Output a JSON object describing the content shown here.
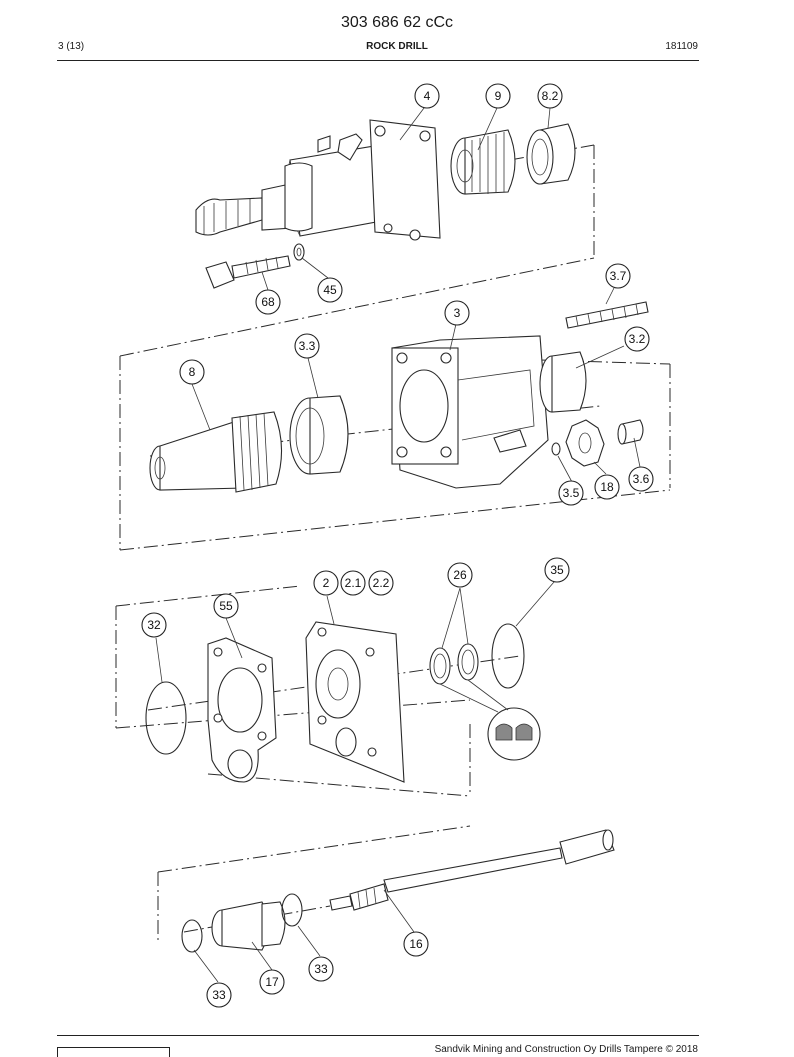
{
  "header": {
    "doc_number": "303 686 62 cCc",
    "page": "3 (13)",
    "section": "ROCK DRILL",
    "date_code": "181109"
  },
  "callouts": [
    {
      "id": "c4",
      "label": "4"
    },
    {
      "id": "c9",
      "label": "9"
    },
    {
      "id": "c82",
      "label": "8.2"
    },
    {
      "id": "c37",
      "label": "3.7"
    },
    {
      "id": "c68",
      "label": "68"
    },
    {
      "id": "c45",
      "label": "45"
    },
    {
      "id": "c3",
      "label": "3"
    },
    {
      "id": "c32",
      "label": "3.2"
    },
    {
      "id": "c33a",
      "label": "3.3"
    },
    {
      "id": "c8",
      "label": "8"
    },
    {
      "id": "c35",
      "label": "3.5"
    },
    {
      "id": "c18",
      "label": "18"
    },
    {
      "id": "c36",
      "label": "3.6"
    },
    {
      "id": "c2",
      "label": "2"
    },
    {
      "id": "c21",
      "label": "2.1"
    },
    {
      "id": "c22",
      "label": "2.2"
    },
    {
      "id": "c26",
      "label": "26"
    },
    {
      "id": "c35b",
      "label": "35"
    },
    {
      "id": "c55",
      "label": "55"
    },
    {
      "id": "c32b",
      "label": "32"
    },
    {
      "id": "c16",
      "label": "16"
    },
    {
      "id": "c33b",
      "label": "33"
    },
    {
      "id": "c17",
      "label": "17"
    },
    {
      "id": "c33c",
      "label": "33"
    }
  ],
  "footer": {
    "copyright": "Sandvik Mining and Construction Oy Drills Tampere © 2018"
  }
}
